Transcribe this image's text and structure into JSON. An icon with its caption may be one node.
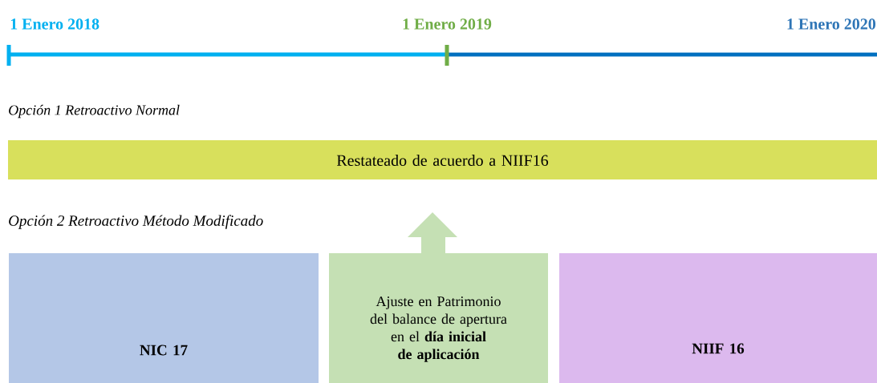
{
  "diagram": {
    "nodes": [
      {
        "text": [
          "Restateado de acuerdo a NIIF16"
        ]
      },
      {
        "text": [
          "NIC 17"
        ]
      },
      {
        "text": [
          "Ajuste en Patrimonio del balance de apertura en el **día inicial de aplicación**"
        ]
      },
      {
        "text": [
          "NIIF 16"
        ]
      }
    ],
    "labels": [
      "1 Enero 2018",
      "1 Enero 2019",
      "1 Enero 2020",
      "Opción 1 Retroactivo Normal",
      "Opción 2 Retroactivo Método Modificado"
    ]
  }
}
